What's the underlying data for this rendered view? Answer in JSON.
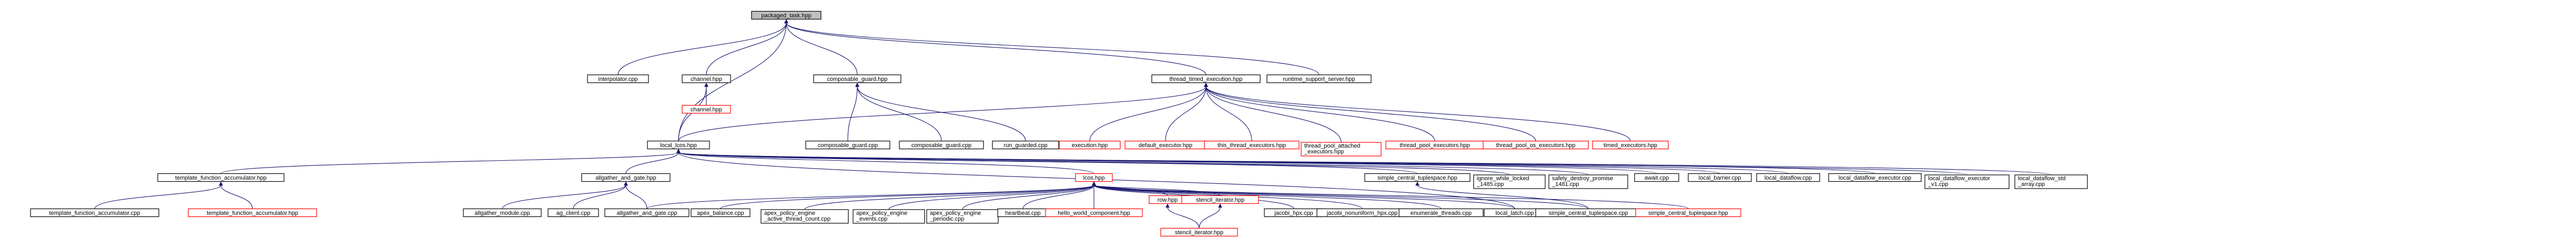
{
  "graph": {
    "colors": {
      "root_fill": "#bfbfbf",
      "normal_stroke": "#000000",
      "missing_stroke": "#ff0000",
      "edge": "#191970",
      "background": "#ffffff"
    },
    "nodes": [
      {
        "id": "packaged_task",
        "label": "packaged_task.hpp",
        "kind": "root"
      },
      {
        "id": "interpolator",
        "label": "interpolator.cpp",
        "kind": "normal"
      },
      {
        "id": "channel_hpp",
        "label": "channel.hpp",
        "kind": "normal"
      },
      {
        "id": "composable_guard_hpp",
        "label": "composable_guard.hpp",
        "kind": "normal"
      },
      {
        "id": "thread_timed_execution",
        "label": "thread_timed_execution.hpp",
        "kind": "normal"
      },
      {
        "id": "runtime_support_server",
        "label": "runtime_support_server.hpp",
        "kind": "normal"
      },
      {
        "id": "local_lcos",
        "label": "local_lcos.hpp",
        "kind": "normal"
      },
      {
        "id": "channel_red",
        "label": "channel.hpp",
        "kind": "missing"
      },
      {
        "id": "composable_guard_cpp1",
        "label": "composable_guard.cpp",
        "kind": "normal"
      },
      {
        "id": "composable_guard_cpp2",
        "label": "composable_guard.cpp",
        "kind": "normal"
      },
      {
        "id": "run_guarded",
        "label": "run_guarded.cpp",
        "kind": "normal"
      },
      {
        "id": "execution_hpp",
        "label": "execution.hpp",
        "kind": "missing"
      },
      {
        "id": "default_executor",
        "label": "default_executor.hpp",
        "kind": "missing"
      },
      {
        "id": "this_thread_executors",
        "label": "this_thread_executors.hpp",
        "kind": "missing"
      },
      {
        "id": "thread_pool_attached",
        "label": "thread_pool_attached\n_executors.hpp",
        "kind": "missing"
      },
      {
        "id": "thread_pool_executors",
        "label": "thread_pool_executors.hpp",
        "kind": "missing"
      },
      {
        "id": "thread_pool_os_executors",
        "label": "thread_pool_os_executors.hpp",
        "kind": "missing"
      },
      {
        "id": "timed_executors",
        "label": "timed_executors.hpp",
        "kind": "missing"
      },
      {
        "id": "template_function_accumulator_hpp",
        "label": "template_function_accumulator.hpp",
        "kind": "normal"
      },
      {
        "id": "allgather_and_gate_hpp",
        "label": "allgather_and_gate.hpp",
        "kind": "normal"
      },
      {
        "id": "lcos_hpp",
        "label": "lcos.hpp",
        "kind": "missing"
      },
      {
        "id": "simple_central_tuplespace_hpp",
        "label": "simple_central_tuplespace.hpp",
        "kind": "normal"
      },
      {
        "id": "ignore_while_locked",
        "label": "ignore_while_locked\n_1485.cpp",
        "kind": "normal"
      },
      {
        "id": "safely_destroy_promise",
        "label": "safely_destroy_promise\n_1481.cpp",
        "kind": "normal"
      },
      {
        "id": "await_cpp",
        "label": "await.cpp",
        "kind": "normal"
      },
      {
        "id": "local_barrier",
        "label": "local_barrier.cpp",
        "kind": "normal"
      },
      {
        "id": "local_dataflow",
        "label": "local_dataflow.cpp",
        "kind": "normal"
      },
      {
        "id": "local_dataflow_executor",
        "label": "local_dataflow_executor.cpp",
        "kind": "normal"
      },
      {
        "id": "local_dataflow_executor_v1",
        "label": "local_dataflow_executor\n_v1.cpp",
        "kind": "normal"
      },
      {
        "id": "local_dataflow_std_array",
        "label": "local_dataflow_std\n_array.cpp",
        "kind": "normal"
      },
      {
        "id": "template_function_accumulator_cpp",
        "label": "template_function_accumulator.cpp",
        "kind": "normal"
      },
      {
        "id": "template_function_accumulator_red",
        "label": "template_function_accumulator.hpp",
        "kind": "missing"
      },
      {
        "id": "allgather_module",
        "label": "allgather_module.cpp",
        "kind": "normal"
      },
      {
        "id": "ag_client",
        "label": "ag_client.cpp",
        "kind": "normal"
      },
      {
        "id": "allgather_and_gate_cpp",
        "label": "allgather_and_gate.cpp",
        "kind": "normal"
      },
      {
        "id": "apex_balance",
        "label": "apex_balance.cpp",
        "kind": "normal"
      },
      {
        "id": "apex_policy_engine_active",
        "label": "apex_policy_engine\n_active_thread_count.cpp",
        "kind": "normal"
      },
      {
        "id": "apex_policy_engine_events",
        "label": "apex_policy_engine\n_events.cpp",
        "kind": "normal"
      },
      {
        "id": "apex_policy_engine_periodic",
        "label": "apex_policy_engine\n_periodic.cpp",
        "kind": "normal"
      },
      {
        "id": "heartbeat",
        "label": "heartbeat.cpp",
        "kind": "normal"
      },
      {
        "id": "hello_world_component",
        "label": "hello_world_component.hpp",
        "kind": "missing"
      },
      {
        "id": "row_hpp",
        "label": "row.hpp",
        "kind": "missing"
      },
      {
        "id": "stencil_iterator_hpp",
        "label": "stencil_iterator.hpp",
        "kind": "missing"
      },
      {
        "id": "jacobi_hpx",
        "label": "jacobi_hpx.cpp",
        "kind": "normal"
      },
      {
        "id": "jacobi_nonuniform_hpx",
        "label": "jacobi_nonuniform_hpx.cpp",
        "kind": "normal"
      },
      {
        "id": "enumerate_threads",
        "label": "enumerate_threads.cpp",
        "kind": "normal"
      },
      {
        "id": "local_latch",
        "label": "local_latch.cpp",
        "kind": "normal"
      },
      {
        "id": "simple_central_tuplespace_cpp",
        "label": "simple_central_tuplespace.cpp",
        "kind": "normal"
      },
      {
        "id": "simple_central_tuplespace_red",
        "label": "simple_central_tuplespace.hpp",
        "kind": "missing"
      },
      {
        "id": "stencil_iterator_red2",
        "label": "stencil_iterator.hpp",
        "kind": "missing"
      }
    ],
    "edges": [
      [
        "packaged_task",
        "interpolator"
      ],
      [
        "packaged_task",
        "channel_hpp"
      ],
      [
        "packaged_task",
        "composable_guard_hpp"
      ],
      [
        "packaged_task",
        "thread_timed_execution"
      ],
      [
        "packaged_task",
        "runtime_support_server"
      ],
      [
        "packaged_task",
        "local_lcos"
      ],
      [
        "channel_hpp",
        "channel_red"
      ],
      [
        "channel_hpp",
        "local_lcos"
      ],
      [
        "composable_guard_hpp",
        "composable_guard_cpp1"
      ],
      [
        "composable_guard_hpp",
        "composable_guard_cpp2"
      ],
      [
        "composable_guard_hpp",
        "run_guarded"
      ],
      [
        "thread_timed_execution",
        "execution_hpp"
      ],
      [
        "thread_timed_execution",
        "default_executor"
      ],
      [
        "thread_timed_execution",
        "this_thread_executors"
      ],
      [
        "thread_timed_execution",
        "thread_pool_attached"
      ],
      [
        "thread_timed_execution",
        "thread_pool_executors"
      ],
      [
        "thread_timed_execution",
        "thread_pool_os_executors"
      ],
      [
        "thread_timed_execution",
        "timed_executors"
      ],
      [
        "thread_timed_execution",
        "local_lcos"
      ],
      [
        "local_lcos",
        "template_function_accumulator_hpp"
      ],
      [
        "local_lcos",
        "allgather_and_gate_hpp"
      ],
      [
        "local_lcos",
        "lcos_hpp"
      ],
      [
        "local_lcos",
        "simple_central_tuplespace_hpp"
      ],
      [
        "local_lcos",
        "ignore_while_locked"
      ],
      [
        "local_lcos",
        "safely_destroy_promise"
      ],
      [
        "local_lcos",
        "await_cpp"
      ],
      [
        "local_lcos",
        "local_barrier"
      ],
      [
        "local_lcos",
        "local_dataflow"
      ],
      [
        "local_lcos",
        "local_dataflow_executor"
      ],
      [
        "local_lcos",
        "local_dataflow_executor_v1"
      ],
      [
        "local_lcos",
        "local_dataflow_std_array"
      ],
      [
        "local_lcos",
        "local_latch"
      ],
      [
        "template_function_accumulator_hpp",
        "template_function_accumulator_cpp"
      ],
      [
        "template_function_accumulator_hpp",
        "template_function_accumulator_red"
      ],
      [
        "allgather_and_gate_hpp",
        "allgather_module"
      ],
      [
        "allgather_and_gate_hpp",
        "ag_client"
      ],
      [
        "allgather_and_gate_hpp",
        "allgather_and_gate_cpp"
      ],
      [
        "lcos_hpp",
        "allgather_and_gate_cpp"
      ],
      [
        "lcos_hpp",
        "apex_balance"
      ],
      [
        "lcos_hpp",
        "apex_policy_engine_active"
      ],
      [
        "lcos_hpp",
        "apex_policy_engine_events"
      ],
      [
        "lcos_hpp",
        "apex_policy_engine_periodic"
      ],
      [
        "lcos_hpp",
        "heartbeat"
      ],
      [
        "lcos_hpp",
        "hello_world_component"
      ],
      [
        "lcos_hpp",
        "row_hpp"
      ],
      [
        "lcos_hpp",
        "stencil_iterator_hpp"
      ],
      [
        "lcos_hpp",
        "jacobi_hpx"
      ],
      [
        "lcos_hpp",
        "jacobi_nonuniform_hpx"
      ],
      [
        "lcos_hpp",
        "enumerate_threads"
      ],
      [
        "lcos_hpp",
        "local_latch"
      ],
      [
        "lcos_hpp",
        "simple_central_tuplespace_cpp"
      ],
      [
        "lcos_hpp",
        "simple_central_tuplespace_red"
      ],
      [
        "simple_central_tuplespace_hpp",
        "simple_central_tuplespace_cpp"
      ],
      [
        "row_hpp",
        "stencil_iterator_red2"
      ],
      [
        "stencil_iterator_hpp",
        "stencil_iterator_red2"
      ]
    ]
  }
}
